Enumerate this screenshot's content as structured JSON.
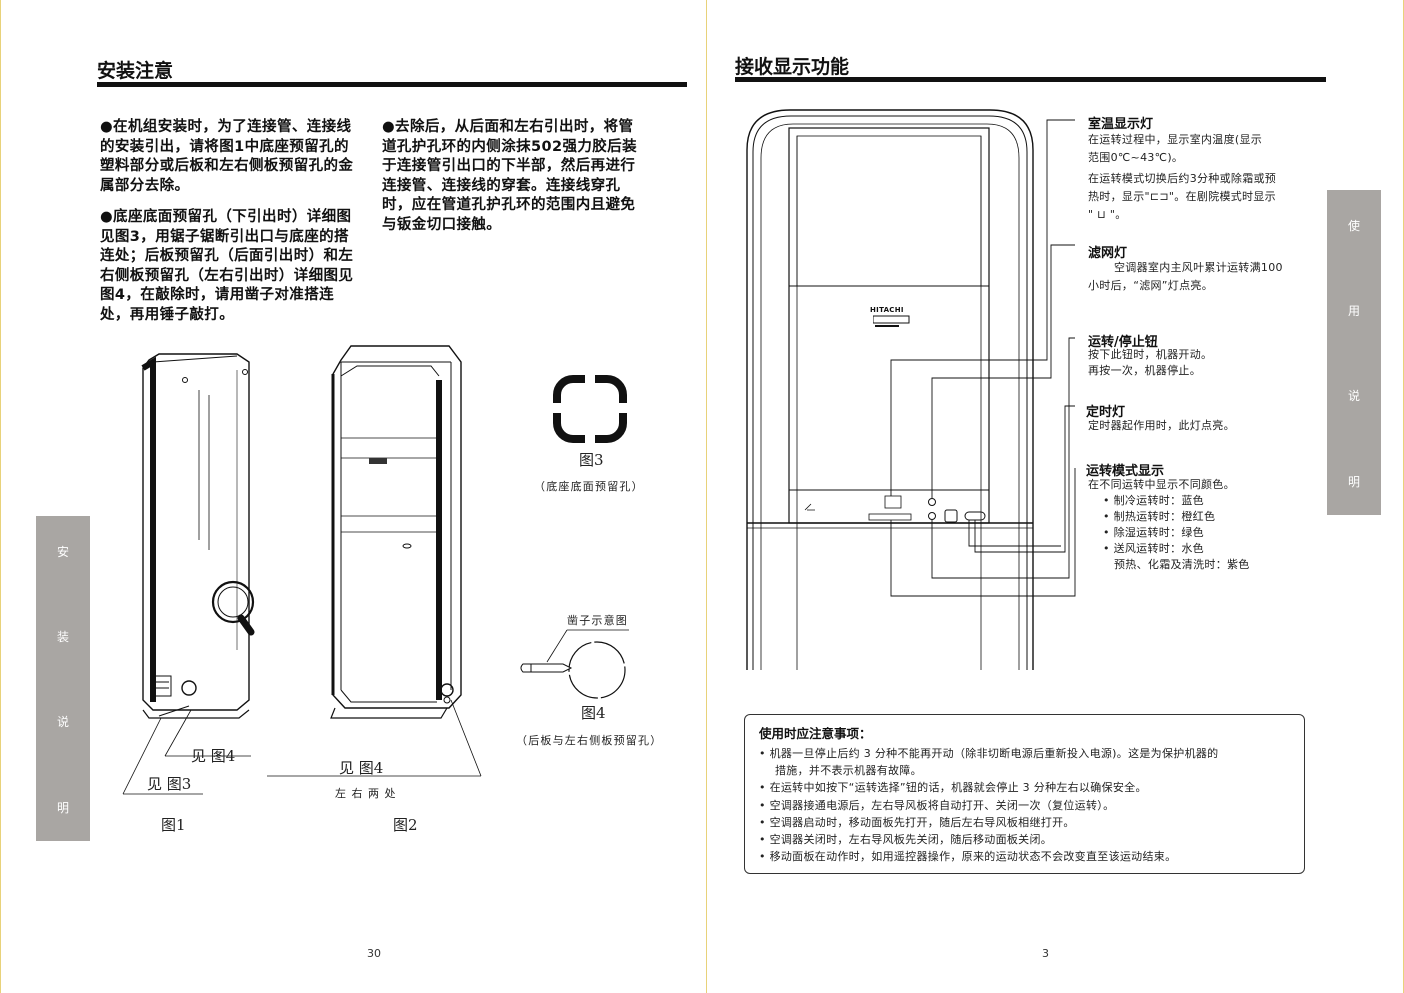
{
  "left_page": {
    "title": "安装注意",
    "para1": "●在机组安装时，为了连接管、连接线的安装引出，请将图1中底座预留孔的塑料部分或后板和左右侧板预留孔的金属部分去除。",
    "para2": "●底座底面预留孔（下引出时）详细图见图3，用锯子锯断引出口与底座的搭连处；后板预留孔（后面引出时）和左右侧板预留孔（左右引出时）详细图见图4，在敲除时，请用凿子对准搭连处，再用锤子敲打。",
    "para3": "●去除后，从后面和左右引出时，将管道孔护孔环的内侧涂抹502强力胶后装于连接管引出口的下半部，然后再进行连接管、连接线的穿套。连接线穿孔时，应在管道孔护孔环的范围内且避免与钣金切口接触。",
    "fig1_label": "图1",
    "fig2_label": "图2",
    "fig3_label": "图3",
    "fig3_caption": "（底座底面预留孔）",
    "fig4_label": "图4",
    "fig4_caption": "（后板与左右侧板预留孔）",
    "chisel_label": "凿子示意图",
    "see_fig4_a": "见 图4",
    "see_fig3": "见 图3",
    "see_fig4_b": "见 图4",
    "both_sides": "左 右 两 处",
    "side_tab": [
      "安",
      "装",
      "说",
      "明"
    ],
    "page_number": "30"
  },
  "right_page": {
    "title": "接收显示功能",
    "side_tab": [
      "使",
      "用",
      "说",
      "明"
    ],
    "brand_logo": "HITACHI",
    "labels": {
      "room_temp_title": "室温显示灯",
      "room_temp_l1": "在运转过程中，显示室内温度(显示",
      "room_temp_l2": "范围0℃~43℃)。",
      "room_temp_l3": "在运转模式切换后约3分种或除霜或预",
      "room_temp_l4": "热时，显示\"⊏⊐\"。在剧院模式时显示",
      "room_temp_l5": "\" ⊔ \"。",
      "filter_title": "滤网灯",
      "filter_l1": "空调器室内主风叶累计运转满100",
      "filter_l2": "小时后，“滤网”灯点亮。",
      "run_stop_title": "运转/停止钮",
      "run_stop_l1": "按下此钮时，机器开动。",
      "run_stop_l2": "再按一次，机器停止。",
      "timer_title": "定时灯",
      "timer_l1": "定时器起作用时，此灯点亮。",
      "mode_title": "运转模式显示",
      "mode_l1": "在不同运转中显示不同颜色。",
      "mode_l2": "• 制冷运转时：蓝色",
      "mode_l3": "• 制热运转时：橙红色",
      "mode_l4": "• 除湿运转时：绿色",
      "mode_l5": "• 送风运转时：水色",
      "mode_l6": "预热、化霜及清洗时：紫色"
    },
    "notes": {
      "title": "使用时应注意事项：",
      "items": [
        "• 机器一旦停止后约 3 分种不能再开动（除非切断电源后重新投入电源)。这是为保护机器的",
        "措施，并不表示机器有故障。",
        "• 在运转中如按下“运转选择”钮的话，机器就会停止 3 分种左右以确保安全。",
        "• 空调器接通电源后，左右导风板将自动打开、关闭一次（复位运转）。",
        "• 空调器启动时，移动面板先打开，随后左右导风板相继打开。",
        "• 空调器关闭时，左右导风板先关闭，随后移动面板关闭。",
        "• 移动面板在动作时，如用遥控器操作，原来的运动状态不会改变直至该运动结束。"
      ]
    },
    "page_number": "3"
  },
  "colors": {
    "page_border": "#e8d27a",
    "side_tab": "#a9a6a3",
    "text": "#111111"
  }
}
